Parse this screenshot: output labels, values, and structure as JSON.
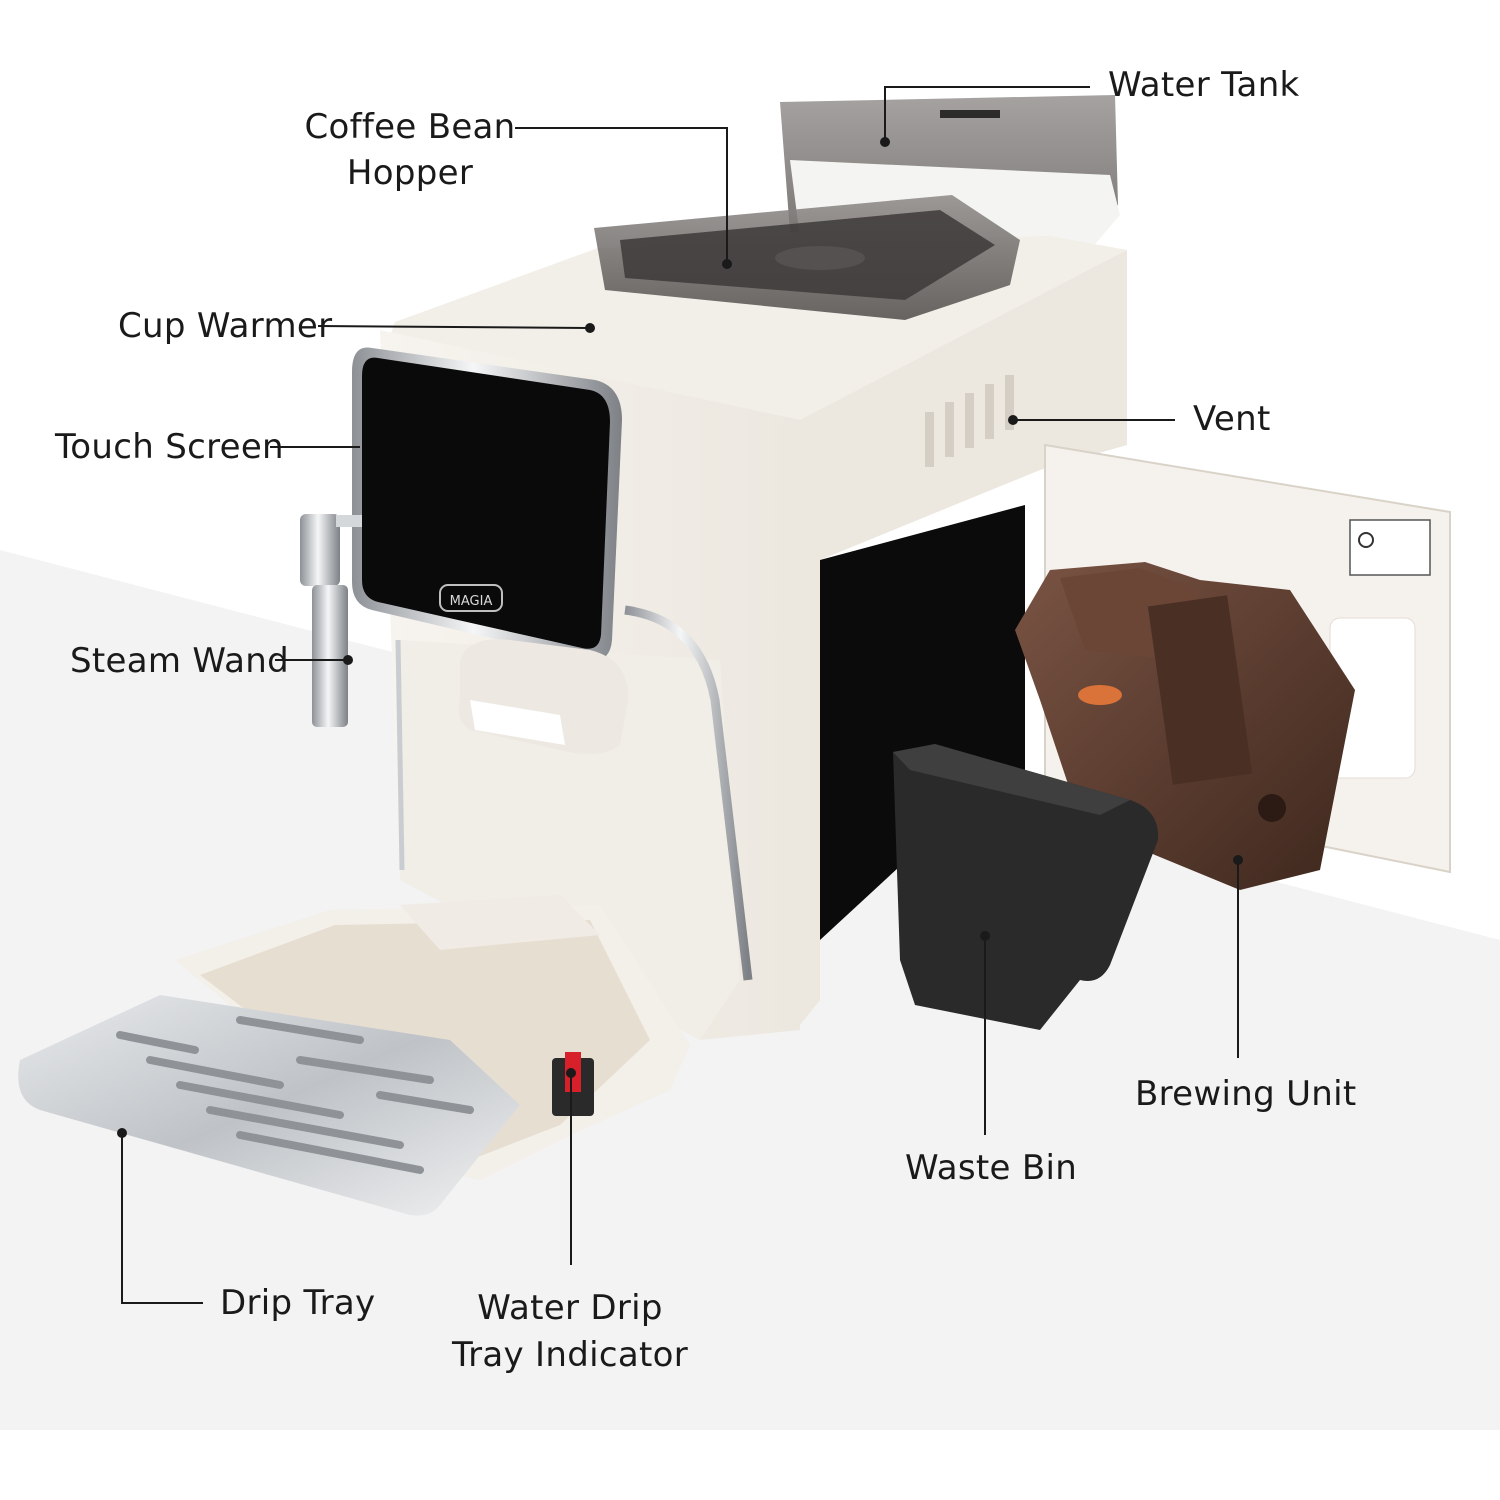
{
  "brand": {
    "logo_text": "MAGIA"
  },
  "labels": {
    "water_tank": "Water Tank",
    "coffee_bean_hopper_1": "Coffee Bean",
    "coffee_bean_hopper_2": "Hopper",
    "cup_warmer": "Cup Warmer",
    "touch_screen": "Touch Screen",
    "steam_wand": "Steam Wand",
    "vent": "Vent",
    "brewing_unit": "Brewing Unit",
    "waste_bin": "Waste Bin",
    "drip_tray": "Drip Tray",
    "water_drip_indicator_1": "Water Drip",
    "water_drip_indicator_2": "Tray Indicator"
  },
  "colors": {
    "background": "#ffffff",
    "floor": "#f3f3f3",
    "body": "#f6f2ec",
    "body_shadow": "#e4ded5",
    "screen": "#0a0a0a",
    "chrome": "#c9ccd0",
    "smoked_plastic": "#6e6a68",
    "brew_unit": "#5a3a2c",
    "waste_bin": "#2b2b2b",
    "leader_line": "#1a1a1a"
  }
}
